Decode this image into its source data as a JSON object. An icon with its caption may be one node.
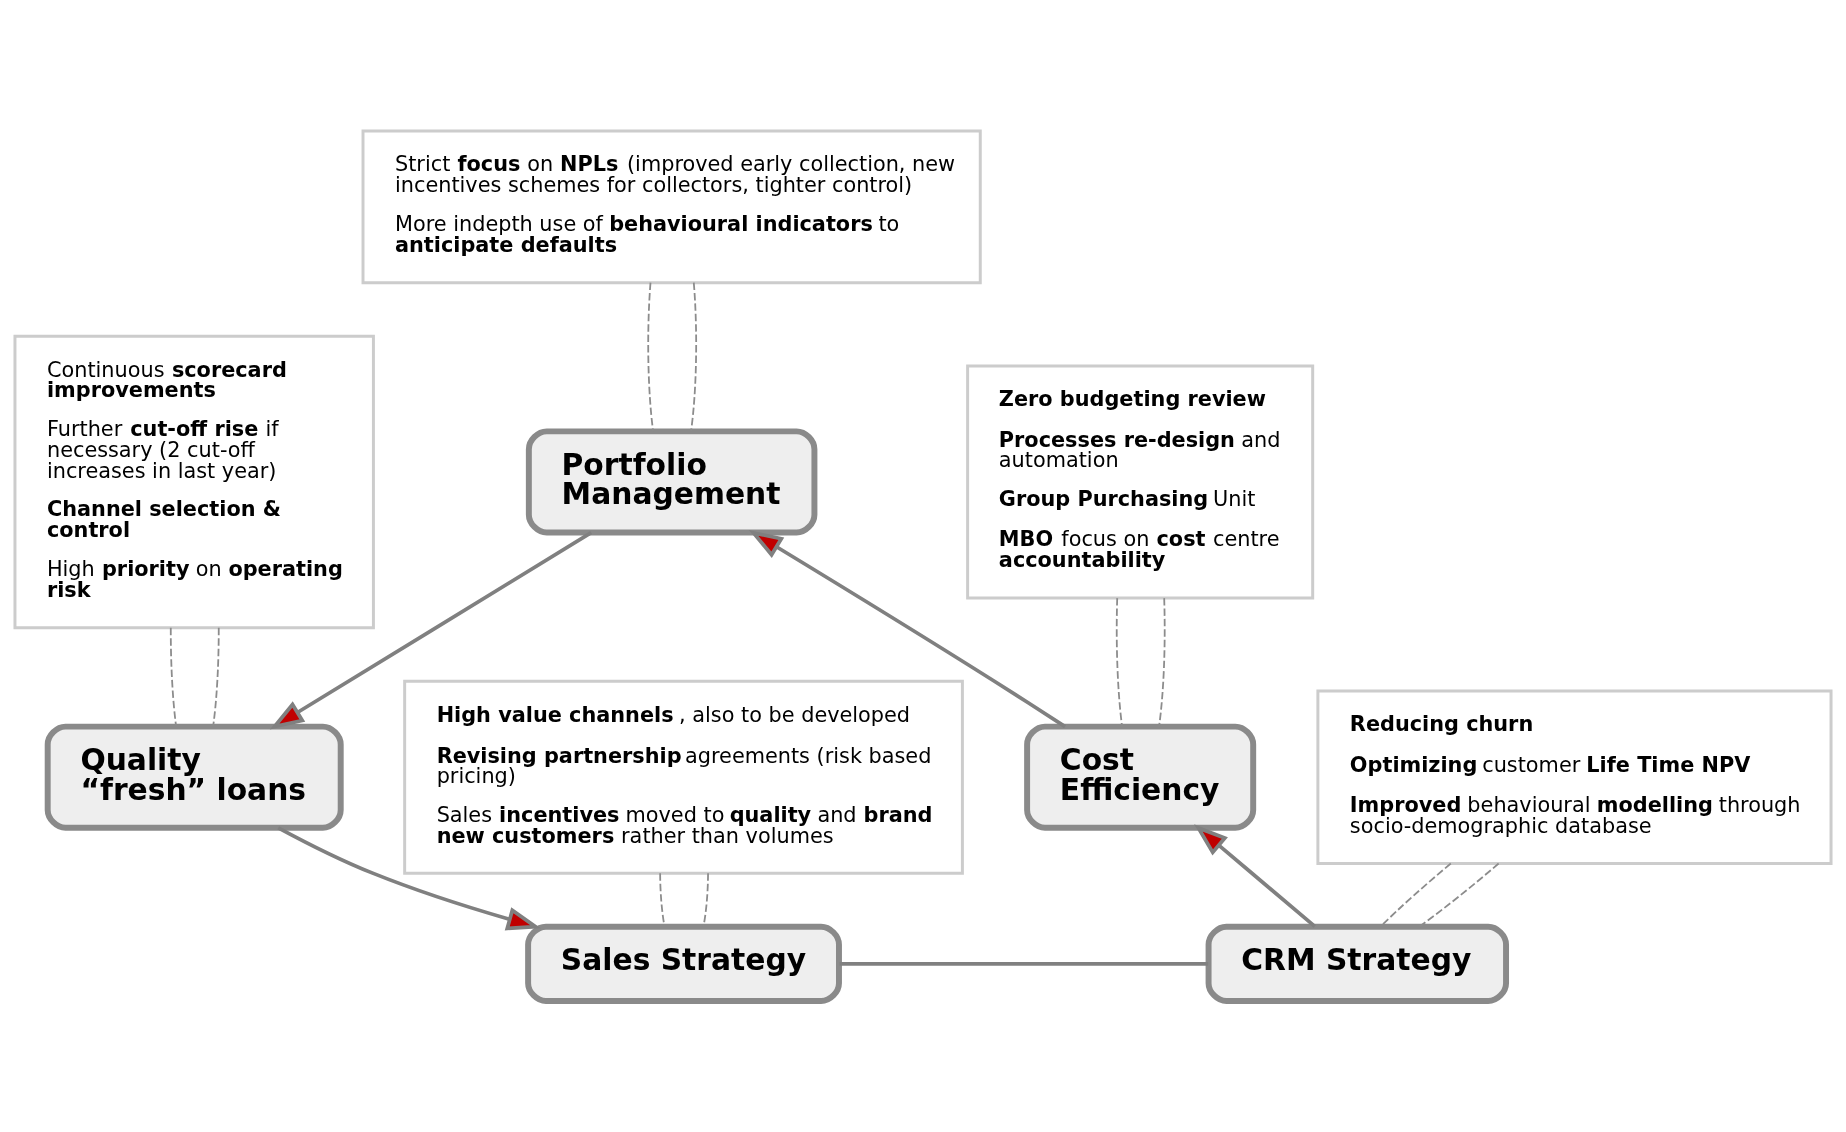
{
  "diagram": {
    "nodes": [
      {
        "text": [
          "Strict **focus** on **NPLs** (improved early collection, new incentives schemes for collectors, tighter control)",
          "More indepth use of **behavioural indicators** to **anticipate defaults**"
        ]
      },
      {
        "text": [
          "Portfolio Management"
        ]
      },
      {
        "text": [
          "Continuous **scorecard improvements**",
          "Further **cut-off rise** if necessary (2 cut-off increases in last year)",
          "**Channel selection & control**",
          "High **priority** on **operating risk**"
        ]
      },
      {
        "text": [
          "**Zero budgeting review**",
          "**Processes re-design** and automation",
          "**Group Purchasing** Unit",
          "**MBO** focus on **cost** centre **accountability**"
        ]
      },
      {
        "text": [
          "Cost Efficiency"
        ]
      },
      {
        "text": [
          "Quality “fresh” loans"
        ]
      },
      {
        "text": [
          "CRM Strategy"
        ]
      },
      {
        "text": [
          "Sales Strategy"
        ]
      },
      {
        "text": [
          "**Reducing churn**",
          "**Optimizing** customer **Life Time NPV**",
          "**Improved** behavioural **modelling** through socio-demographic database"
        ]
      },
      {
        "text": [
          "**High value channels**, also to be developed",
          "**Revising partnership** agreements (risk based pricing)",
          "Sales **incentives** moved to **quality** and **brand new customers** rather than volumes"
        ]
      }
    ],
    "edges": [
      {
        "from": 1,
        "to": 5,
        "arrow": "to"
      },
      {
        "from": 5,
        "to": 7,
        "arrow": "to"
      },
      {
        "from": 7,
        "to": 6,
        "arrow": "none"
      },
      {
        "from": 6,
        "to": 4,
        "arrow": "to"
      },
      {
        "from": 4,
        "to": 1,
        "arrow": "to"
      },
      {
        "from": 0,
        "to": 1,
        "arrow": "none",
        "style": "dashed"
      },
      {
        "from": 0,
        "to": 1,
        "arrow": "none",
        "style": "dashed"
      },
      {
        "from": 2,
        "to": 5,
        "arrow": "none",
        "style": "dashed"
      },
      {
        "from": 2,
        "to": 5,
        "arrow": "none",
        "style": "dashed"
      },
      {
        "from": 3,
        "to": 4,
        "arrow": "none",
        "style": "dashed"
      },
      {
        "from": 3,
        "to": 4,
        "arrow": "none",
        "style": "dashed"
      },
      {
        "from": 8,
        "to": 6,
        "arrow": "none",
        "style": "dashed"
      },
      {
        "from": 8,
        "to": 6,
        "arrow": "none",
        "style": "dashed"
      },
      {
        "from": 9,
        "to": 7,
        "arrow": "none",
        "style": "dashed"
      },
      {
        "from": 9,
        "to": 7,
        "arrow": "none",
        "style": "dashed"
      }
    ]
  }
}
